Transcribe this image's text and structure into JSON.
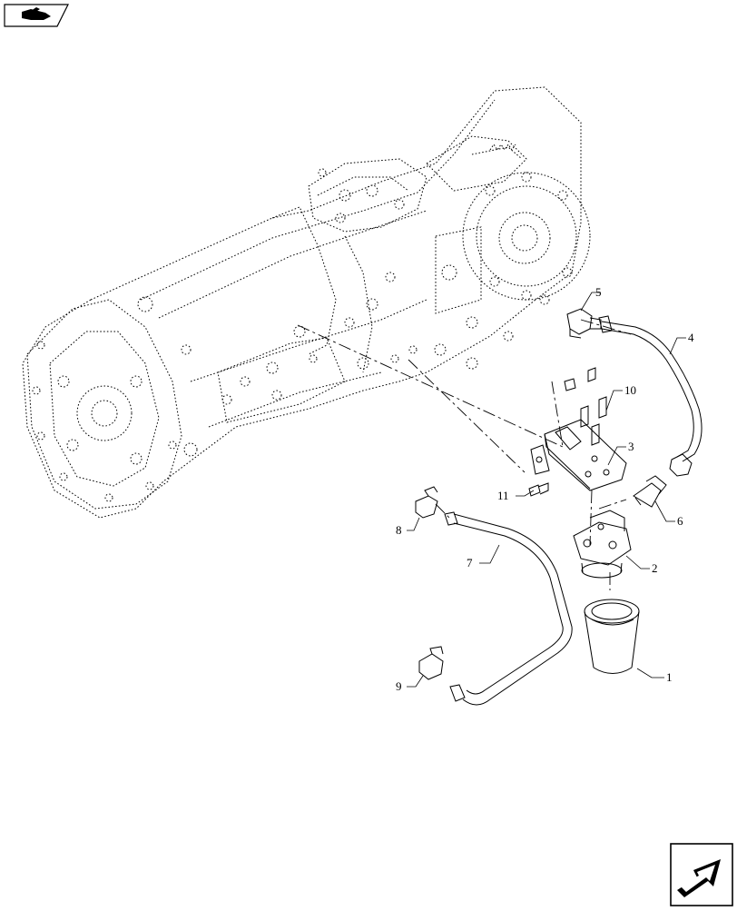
{
  "nav": {
    "prev_icon": "hand-pointing-back-icon",
    "next_icon": "arrow-pointing-next-icon"
  },
  "callouts": [
    "1",
    "2",
    "3",
    "4",
    "5",
    "6",
    "7",
    "8",
    "9",
    "10",
    "11"
  ]
}
